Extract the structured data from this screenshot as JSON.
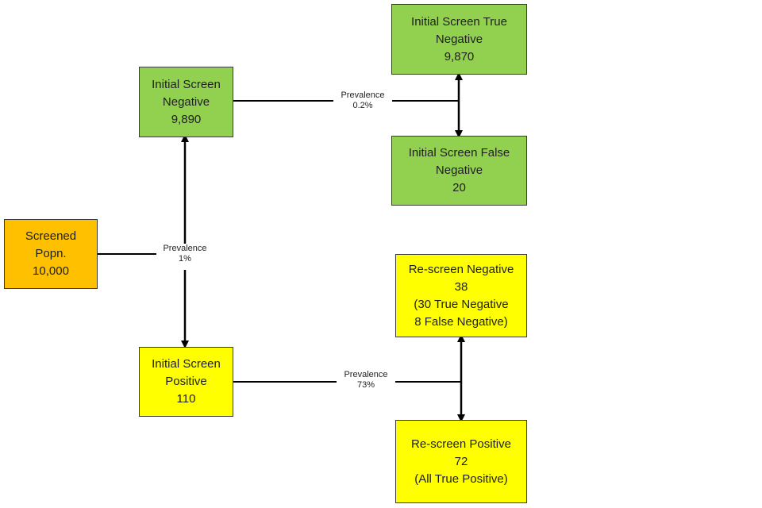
{
  "diagram": {
    "nodes": {
      "screened": {
        "lines": [
          "Screened",
          "Popn.",
          "10,000"
        ],
        "color": "#ffc000"
      },
      "initial_negative": {
        "lines": [
          "Initial Screen",
          "Negative",
          "9,890"
        ],
        "color": "#92d050"
      },
      "initial_positive": {
        "lines": [
          "Initial Screen",
          "Positive",
          "110"
        ],
        "color": "#ffff00"
      },
      "true_negative": {
        "lines": [
          "Initial Screen True",
          "Negative",
          "9,870"
        ],
        "color": "#92d050"
      },
      "false_negative": {
        "lines": [
          "Initial Screen False",
          "Negative",
          "20"
        ],
        "color": "#92d050"
      },
      "rescreen_negative": {
        "lines": [
          "Re-screen Negative",
          "38",
          "(30 True Negative",
          "8 False Negative)"
        ],
        "color": "#ffff00"
      },
      "rescreen_positive": {
        "lines": [
          "Re-screen Positive",
          "72",
          "(All True Positive)"
        ],
        "color": "#ffff00"
      }
    },
    "edges": {
      "screened_split": {
        "title": "Prevalence",
        "value": "1%"
      },
      "negative_split": {
        "title": "Prevalence",
        "value": "0.2%"
      },
      "positive_split": {
        "title": "Prevalence",
        "value": "73%"
      }
    }
  }
}
